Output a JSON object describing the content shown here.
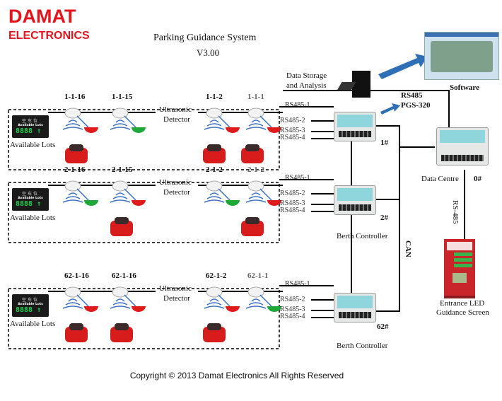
{
  "brand": {
    "line1": "DAMAT",
    "line2": "ELECTRONICS"
  },
  "title": {
    "line1": "Parking Guidance System",
    "line2": "V3.00"
  },
  "software_label": "Software",
  "storage_label": {
    "line1": "Data Storage",
    "line2": "and Analysis"
  },
  "protocol_label": {
    "line1": "RS485",
    "line2": "PGS-320"
  },
  "data_centre": {
    "label": "Data Centre",
    "id": "0#"
  },
  "rs485_vertical": "RS-485",
  "can_label": "CAN",
  "entrance_screen": {
    "line1": "Entrance LED",
    "line2": "Guidance Screen"
  },
  "detector_label": {
    "line1": "Ultrasonic",
    "line2": "Detector"
  },
  "display": {
    "cn": "空车位",
    "en": "Available Lots",
    "digits": "8888",
    "arrow": "↑",
    "caption": "Available Lots"
  },
  "rs485_ports": [
    "RS485-1",
    "RS485-2",
    "RS485-3",
    "RS485-4"
  ],
  "zones": [
    {
      "controller_id": "1#",
      "controller_label": "",
      "slots": [
        {
          "label": "1-1-16",
          "light": "red",
          "car": true
        },
        {
          "label": "1-1-15",
          "light": "green",
          "car": false
        },
        {
          "label": "1-1-2",
          "light": "red",
          "car": true
        },
        {
          "label": "1-1-1",
          "light": "red",
          "car": true
        }
      ]
    },
    {
      "controller_id": "2#",
      "controller_label": "Berth Controller",
      "slots": [
        {
          "label": "2-1-16",
          "light": "green",
          "car": false
        },
        {
          "label": "2-1-15",
          "light": "red",
          "car": true
        },
        {
          "label": "2-1-2",
          "light": "green",
          "car": false
        },
        {
          "label": "2-1-2",
          "light": "red",
          "car": true
        }
      ]
    },
    {
      "controller_id": "62#",
      "controller_label": "Berth Controller",
      "slots": [
        {
          "label": "62-1-16",
          "light": "red",
          "car": true
        },
        {
          "label": "62-1-16",
          "light": "red",
          "car": true
        },
        {
          "label": "62-1-2",
          "light": "red",
          "car": true
        },
        {
          "label": "62-1-1",
          "light": "green",
          "car": false
        }
      ]
    }
  ],
  "colors": {
    "red": "#e01b1b",
    "green": "#1fa83a",
    "brand": "#e3141b",
    "arrow": "#2f6fb5"
  },
  "copyright": "Copyright © 2013 Damat Electronics All Rights Reserved"
}
